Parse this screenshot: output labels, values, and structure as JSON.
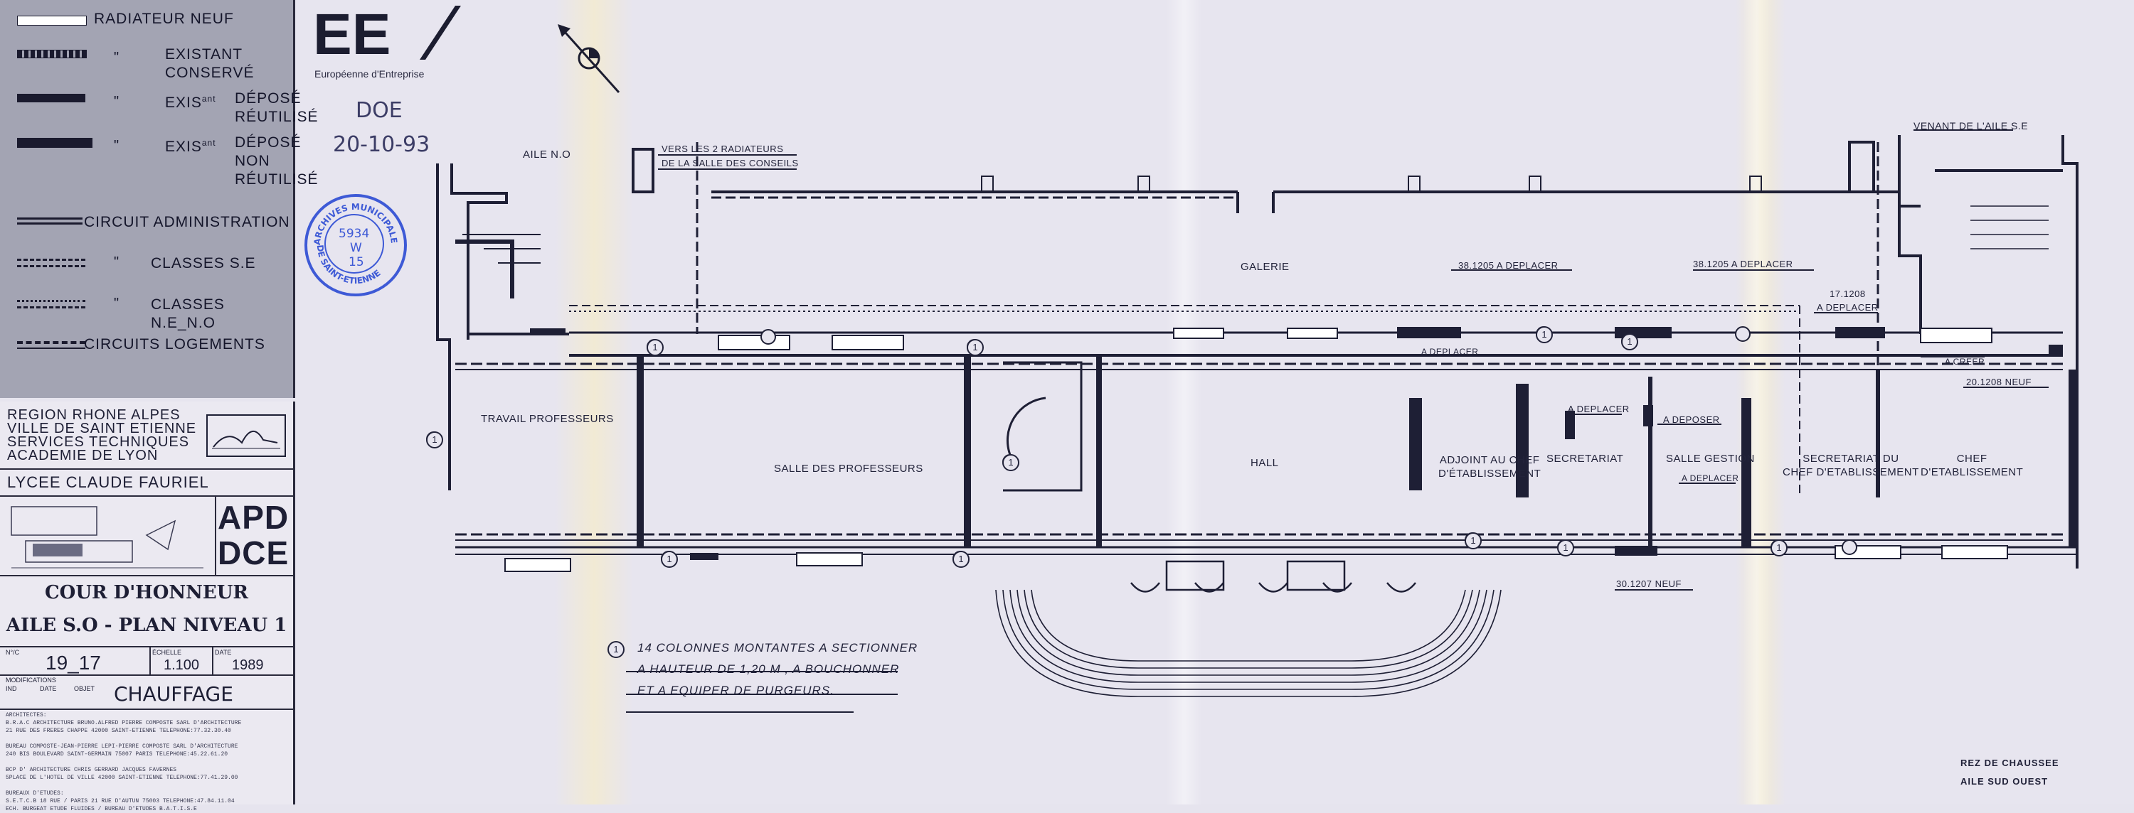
{
  "legend": {
    "items": [
      {
        "label": "RADIATEUR   NEUF"
      },
      {
        "label": "EXISTANT\nCONSERVÉ"
      },
      {
        "label": "DÉPOSÉ\nRÉUTILISÉ"
      },
      {
        "label": "DÉPOSÉ\nNON RÉUTILISÉ"
      },
      {
        "label": "CIRCUIT  ADMINISTRATION"
      },
      {
        "label": "CLASSES  S.E"
      },
      {
        "label": "CLASSES  N.E_N.O"
      },
      {
        "label": "CIRCUITS   LOGEMENTS"
      }
    ],
    "exis_prefix": "EXIS",
    "exis_sup": "ant",
    "ditto": "\""
  },
  "title_block": {
    "org_lines": [
      "REGION  RHONE  ALPES",
      "VILLE DE  SAINT ETIENNE",
      "SERVICES  TECHNIQUES",
      "ACADEMIE    DE    LYON"
    ],
    "school": "LYCEE    CLAUDE    FAURIEL",
    "phase_1": "APD",
    "phase_2": "DCE",
    "drawing_title_1": "COUR  D'HONNEUR",
    "drawing_title_2": "AILE S.O - PLAN NIVEAU 1",
    "field_no_label": "N°/C",
    "drawing_no": "19_17",
    "field_scale_label": "ÉCHELLE",
    "scale": "1.100",
    "field_date_label": "DATE",
    "date": "1989",
    "modifications_label": "MODIFICATIONS",
    "ind_label": "IND",
    "date_label": "DATE",
    "objet_label": "OBJET",
    "subject": "CHAUFFAGE",
    "architect_text": [
      "ARCHITECTES:",
      "B.R.A.C  ARCHITECTURE  BRUNO.ALFRED  PIERRE  COMPOSTE  SARL D'ARCHITECTURE",
      "21 RUE DES FRERES CHAPPE   42000 SAINT-ETIENNE  TELEPHONE:77.32.30.40",
      "",
      "BUREAU COMPOSTE-JEAN-PIERRE  LEPI-PIERRE COMPOSTE  SARL D'ARCHITECTURE",
      "240 BIS BOULEVARD SAINT-GERMAIN  75007  PARIS  TELEPHONE:45.22.61.20",
      "",
      "BCP  D' ARCHITECTURE CHRIS GERRARD  JACQUES FAVERNES",
      "5PLACE DE L'HOTEL DE VILLE  42000 SAINT-ETIENNE  TELEPHONE:77.41.29.00",
      "",
      "BUREAUX D'ETUDES:",
      "S.E.T.C.B  18  RUE  /  PARIS 21 RUE D'AUTUN  75003  TELEPHONE:47.84.11.04",
      "ECH.  BURGEAT   ETUDE  FLUIDES / BUREAU  D'ETUDES  B.A.T.I.S.E"
    ]
  },
  "company": {
    "logo_text": "EE",
    "name": "Européenne d'Entreprise"
  },
  "annotations": {
    "doe": "DOE",
    "date": "20-10-93",
    "stamp_top": "ARCHIVES MUNICIPALES",
    "stamp_bottom": "DE SAINT-ETIENNE",
    "stamp_number": "5934",
    "stamp_w": "W",
    "stamp_15": "15"
  },
  "plan": {
    "wing_no": "AILE N.O",
    "radiators_note_1": "VERS LES 2 RADIATEURS",
    "radiators_note_2": "DE LA SALLE DES CONSEILS",
    "venant": "VENANT  DE L'AILE S.E",
    "galerie": "GALERIE",
    "rooms": [
      {
        "name": "TRAVAIL PROFESSEURS"
      },
      {
        "name": "SALLE DES PROFESSEURS"
      },
      {
        "name": "HALL"
      },
      {
        "name": "ADJOINT AU CHEF\nD'ÉTABLISSEMENT"
      },
      {
        "name": "SECRETARIAT"
      },
      {
        "name": "SALLE GESTION"
      },
      {
        "name": "SECRETARIAT DU\nCHEF D'ETABLISSEMENT"
      },
      {
        "name": "CHEF\nD'ETABLISSEMENT"
      }
    ],
    "tags": [
      {
        "text": "38.1205 A DEPLACER"
      },
      {
        "text": "38.1205 A DEPLACER"
      },
      {
        "text": "17.1208\nA DEPLACER"
      },
      {
        "text": "A DEPLACER"
      },
      {
        "text": "A CREER"
      },
      {
        "text": "20.1208 NEUF"
      },
      {
        "text": "A DEPLACER"
      },
      {
        "text": "A DEPOSER"
      },
      {
        "text": "A DEPLACER"
      },
      {
        "text": "30.1207 NEUF"
      }
    ],
    "marker": "1",
    "note_lines": [
      "14 COLONNES MONTANTES A SECTIONNER",
      "A HAUTEUR DE 1,20 M , A BOUCHONNER",
      "ET A EQUIPER DE PURGEURS."
    ],
    "corner_1": "REZ DE CHAUSSEE",
    "corner_2": "AILE SUD OUEST"
  }
}
